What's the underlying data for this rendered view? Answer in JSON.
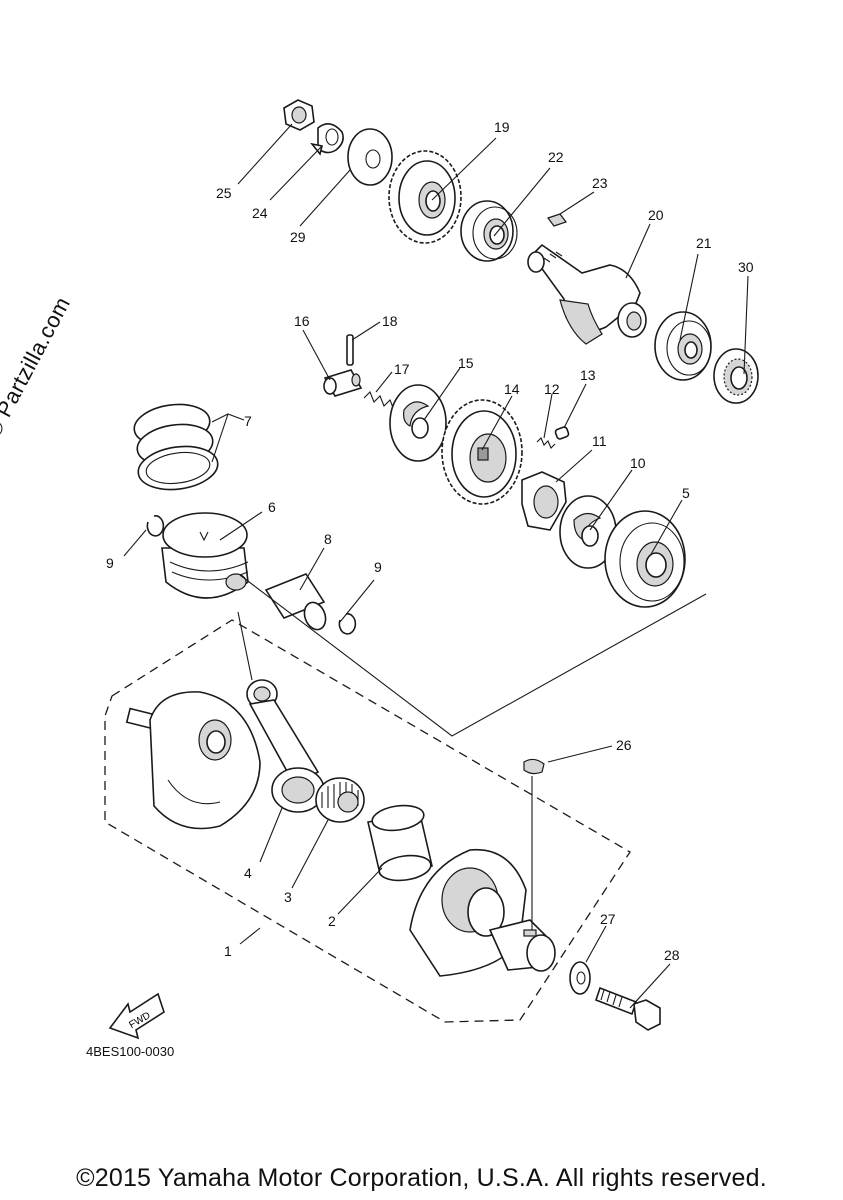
{
  "watermark": "© Partzilla.com",
  "drawing_code": "4BES100-0030",
  "copyright": "©2015 Yamaha Motor Corporation, U.S.A. All rights reserved.",
  "fwd_label": "FWD",
  "callouts": {
    "c1": "1",
    "c2": "2",
    "c3": "3",
    "c4": "4",
    "c5": "5",
    "c6": "6",
    "c7": "7",
    "c8": "8",
    "c9a": "9",
    "c9b": "9",
    "c10": "10",
    "c11": "11",
    "c12": "12",
    "c13": "13",
    "c14": "14",
    "c15": "15",
    "c16": "16",
    "c17": "17",
    "c18": "18",
    "c19": "19",
    "c20": "20",
    "c21": "21",
    "c22": "22",
    "c23": "23",
    "c24": "24",
    "c25": "25",
    "c26": "26",
    "c27": "27",
    "c28": "28",
    "c29": "29",
    "c30": "30"
  }
}
